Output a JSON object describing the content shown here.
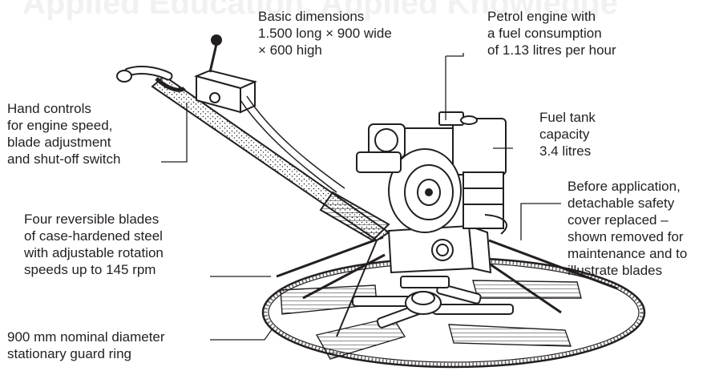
{
  "header_ghost_text": "Applied Education, Applied Knowledge",
  "callouts": {
    "dimensions": {
      "lines": [
        "Basic dimensions",
        "1.500 long × 900 wide",
        "× 600 high"
      ]
    },
    "engine": {
      "lines": [
        "Petrol engine with",
        "a fuel consumption",
        "of 1.13 litres per hour"
      ]
    },
    "hand_controls": {
      "lines": [
        "Hand controls",
        "for engine speed,",
        "blade adjustment",
        "and shut-off switch"
      ]
    },
    "fuel_tank": {
      "lines": [
        "Fuel tank",
        "capacity",
        "3.4 litres"
      ]
    },
    "safety_cover": {
      "lines": [
        "Before application,",
        "detachable safety",
        "cover replaced –",
        "shown removed for",
        "maintenance and to",
        "illustrate blades"
      ]
    },
    "blades": {
      "lines": [
        "Four reversible blades",
        "of case-hardened steel",
        "with adjustable rotation",
        "speeds up to 145 rpm"
      ]
    },
    "guard_ring": {
      "lines": [
        "900 mm nominal diameter",
        "stationary guard ring"
      ]
    }
  },
  "colors": {
    "ink": "#231f20",
    "ghost": "#f1f1f1",
    "background": "#ffffff"
  }
}
